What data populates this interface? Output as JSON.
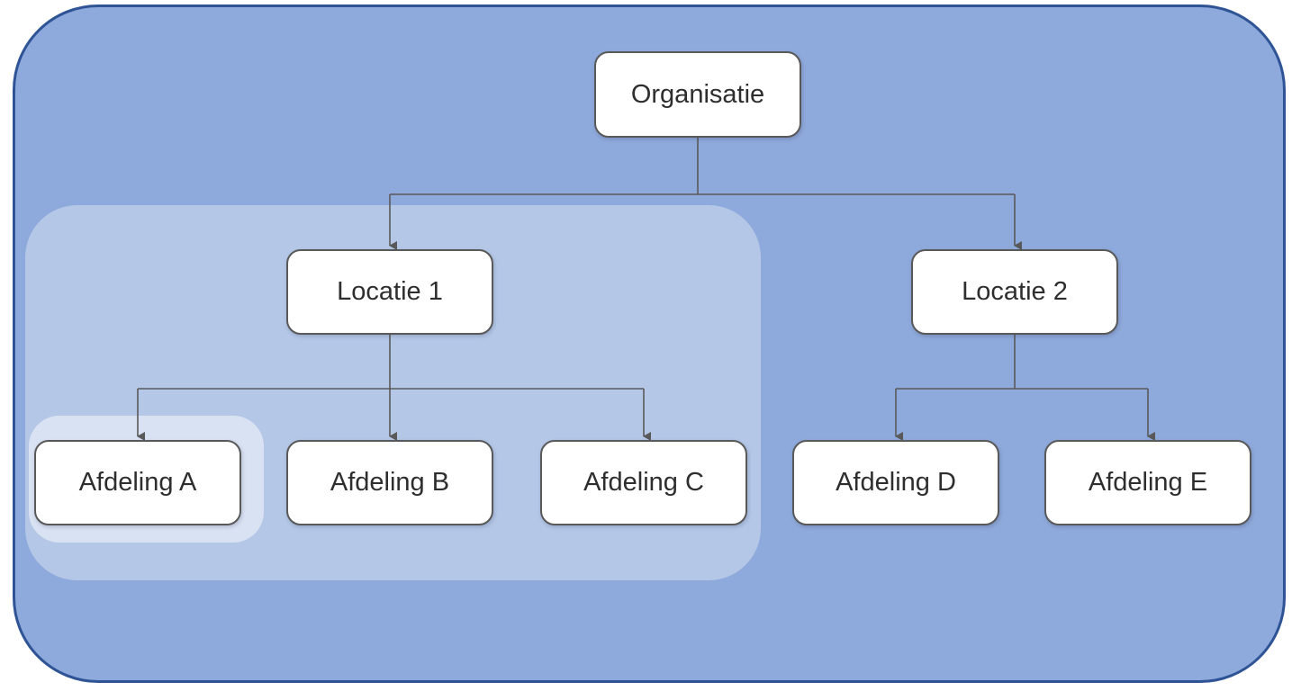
{
  "colors": {
    "canvas_fill": "#8EA9DB",
    "canvas_border": "#2F5496",
    "group_locatie1_fill": "#B4C7E7",
    "group_afdeling_a_fill": "#D9E2F3",
    "node_fill": "#FFFFFF",
    "node_border": "#595959",
    "connector": "#595959",
    "text": "#2E2E2E"
  },
  "chart_data": {
    "type": "org-tree",
    "root": "Organisatie",
    "edges": [
      [
        "Organisatie",
        "Locatie 1"
      ],
      [
        "Organisatie",
        "Locatie 2"
      ],
      [
        "Locatie 1",
        "Afdeling A"
      ],
      [
        "Locatie 1",
        "Afdeling B"
      ],
      [
        "Locatie 1",
        "Afdeling C"
      ],
      [
        "Locatie 2",
        "Afdeling D"
      ],
      [
        "Locatie 2",
        "Afdeling E"
      ]
    ],
    "highlighted_groups": [
      "Locatie 1 subtree",
      "Afdeling A"
    ]
  },
  "nodes": {
    "organisatie": {
      "label": "Organisatie"
    },
    "locatie1": {
      "label": "Locatie 1"
    },
    "locatie2": {
      "label": "Locatie 2"
    },
    "afdeling_a": {
      "label": "Afdeling A"
    },
    "afdeling_b": {
      "label": "Afdeling B"
    },
    "afdeling_c": {
      "label": "Afdeling C"
    },
    "afdeling_d": {
      "label": "Afdeling D"
    },
    "afdeling_e": {
      "label": "Afdeling E"
    }
  }
}
